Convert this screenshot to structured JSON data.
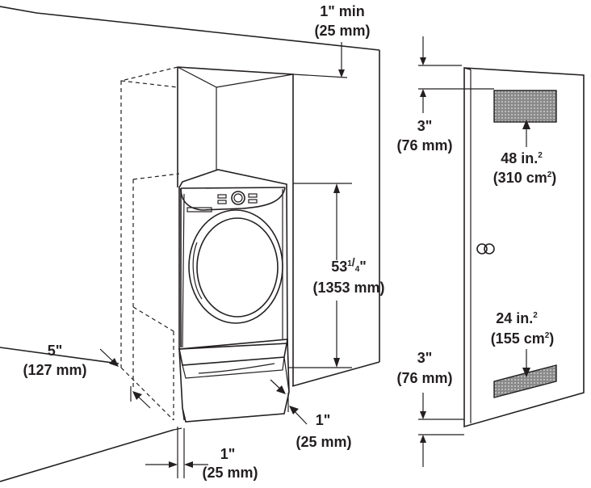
{
  "labels": {
    "top_clearance": [
      "1\" min",
      "(25 mm)"
    ],
    "door_top_gap": [
      "3\"",
      "(76 mm)"
    ],
    "vent_top_area": [
      "48 in.",
      "2",
      "(310 cm",
      "2",
      ")"
    ],
    "height": [
      "53",
      "1",
      "4",
      "\"",
      "(1353 mm)"
    ],
    "vent_bottom_area": [
      "24 in.",
      "2",
      "(155 cm",
      "2",
      ")"
    ],
    "door_bottom_gap": [
      "3\"",
      "(76 mm)"
    ],
    "back_clearance": [
      "5\"",
      "(127 mm)"
    ],
    "side_clearance_right": [
      "1\"",
      "(25 mm)"
    ],
    "side_clearance_left": [
      "1\"",
      "(25 mm)"
    ]
  },
  "icons": {
    "knob": "door-knob-icon",
    "vent_top": "vent-grille-icon",
    "vent_bottom": "vent-grille-icon"
  }
}
